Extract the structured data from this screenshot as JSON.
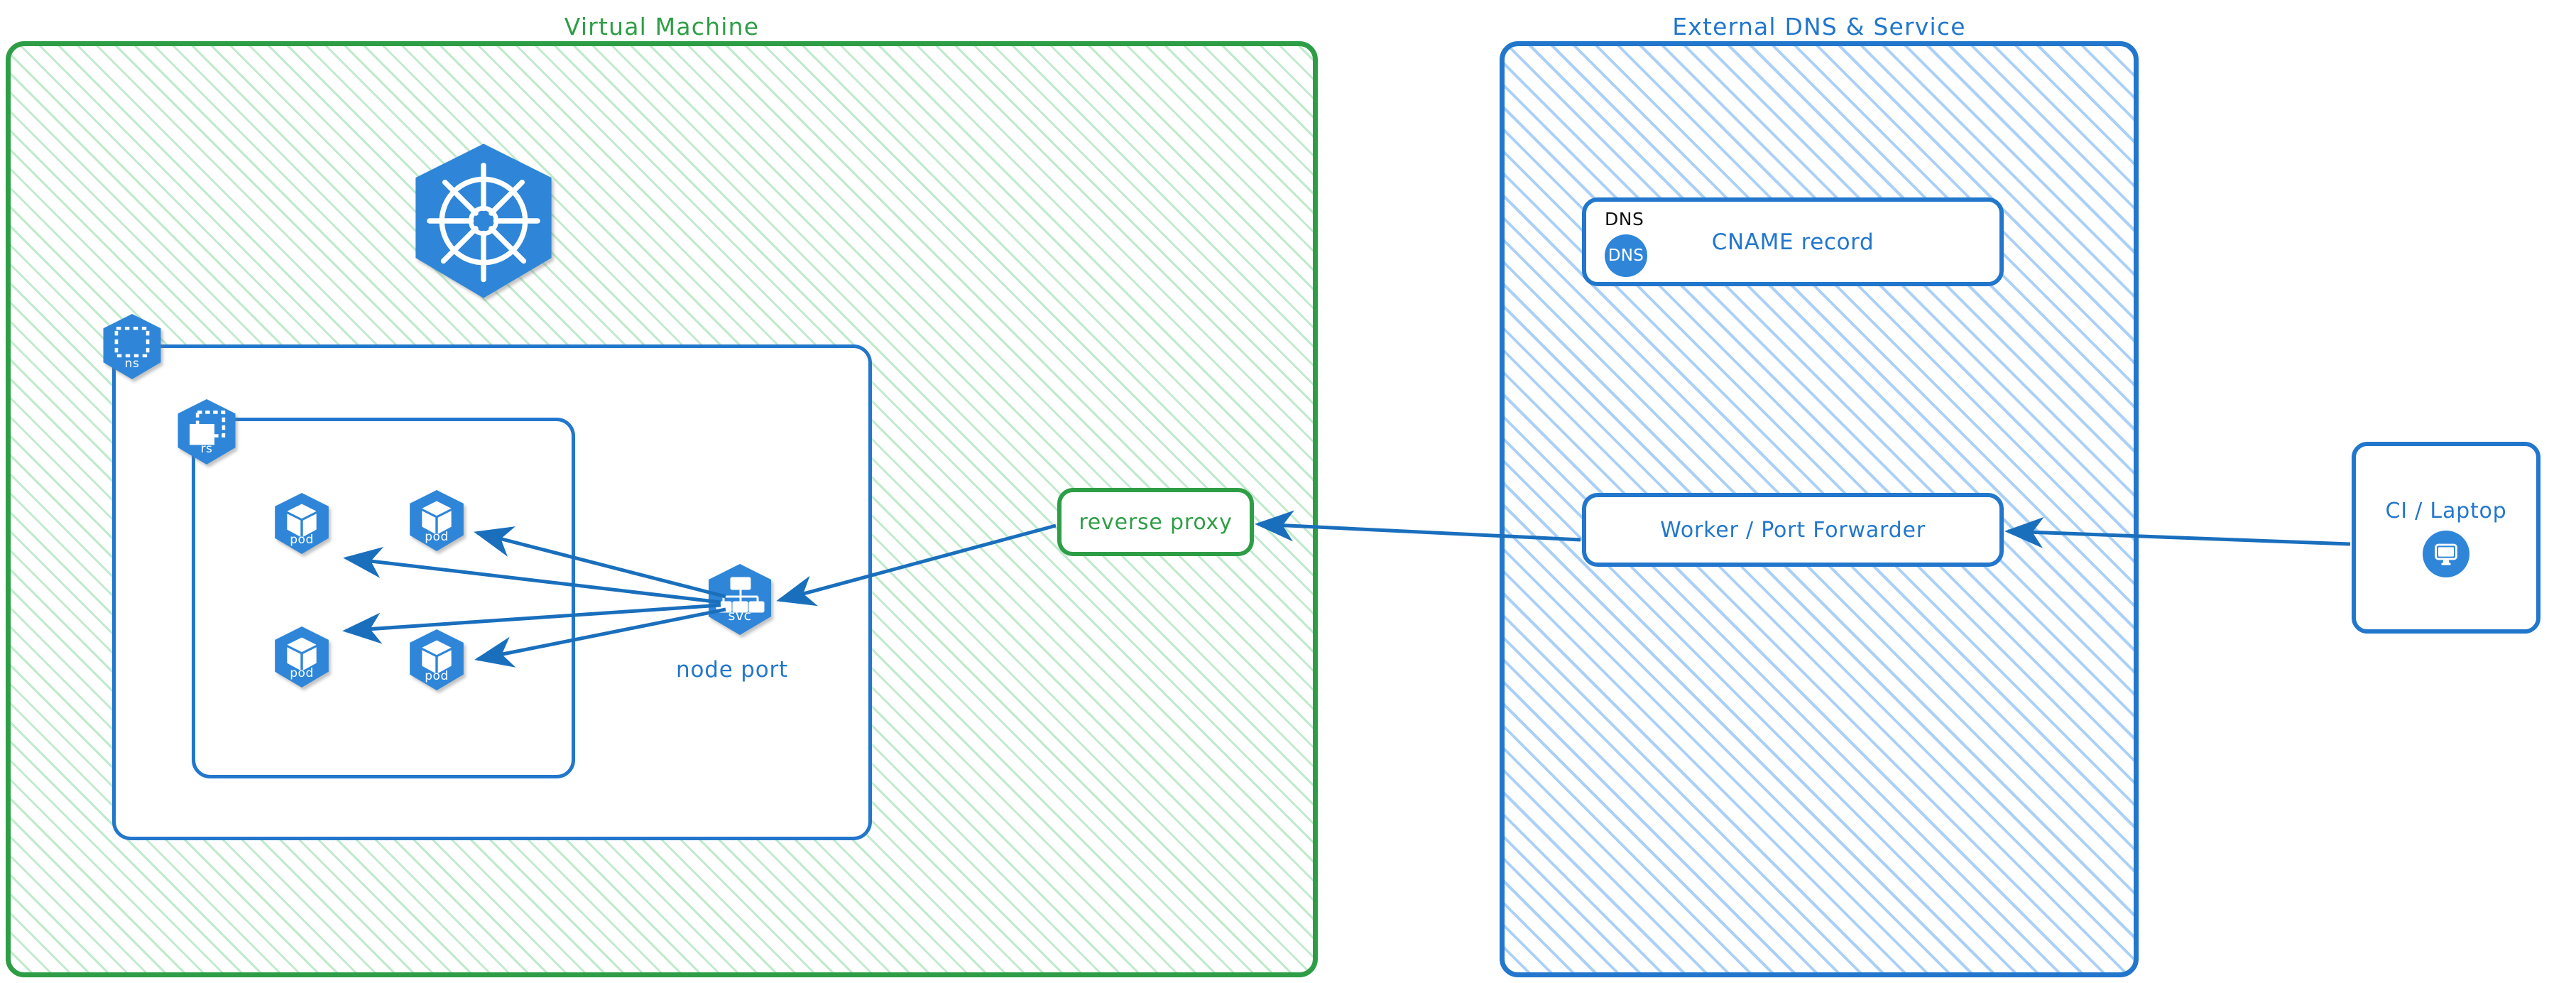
{
  "zones": [
    {
      "id": "virtual-machine",
      "title": "Virtual Machine",
      "accent": "#2e9e46",
      "style": "green-hatched"
    },
    {
      "id": "external-dns-service",
      "title": "External DNS & Service",
      "accent": "#2277cc",
      "style": "blue-hatched"
    }
  ],
  "kubernetes": {
    "logo_label": "kubernetes",
    "namespace": {
      "caption": "ns",
      "icon": "namespace-dashed-square-icon"
    },
    "replicaset": {
      "caption": "rs",
      "icon": "replicaset-stacked-squares-icon"
    },
    "pods": [
      {
        "caption": "pod",
        "icon": "pod-cube-icon"
      },
      {
        "caption": "pod",
        "icon": "pod-cube-icon"
      },
      {
        "caption": "pod",
        "icon": "pod-cube-icon"
      },
      {
        "caption": "pod",
        "icon": "pod-cube-icon"
      }
    ],
    "service": {
      "caption": "svc",
      "icon": "service-tree-icon"
    },
    "service_label": "node port"
  },
  "nodes": {
    "reverse_proxy": {
      "label": "reverse proxy",
      "accent": "#2e9e46"
    },
    "dns": {
      "kind": "DNS",
      "badge": "DNS",
      "record": "CNAME record",
      "accent": "#2277cc"
    },
    "worker": {
      "label": "Worker / Port Forwarder",
      "accent": "#2277cc"
    },
    "client": {
      "label": "CI / Laptop",
      "icon": "desktop-monitor-icon",
      "accent": "#2277cc"
    }
  },
  "arrows": [
    {
      "from": "service",
      "to": "pod-1",
      "direction": "one-way"
    },
    {
      "from": "service",
      "to": "pod-2",
      "direction": "one-way"
    },
    {
      "from": "service",
      "to": "pod-3",
      "direction": "one-way"
    },
    {
      "from": "service",
      "to": "pod-4",
      "direction": "one-way"
    },
    {
      "from": "reverse-proxy",
      "to": "service",
      "direction": "one-way"
    },
    {
      "from": "worker",
      "to": "reverse-proxy",
      "direction": "one-way"
    },
    {
      "from": "client",
      "to": "worker",
      "direction": "one-way"
    }
  ],
  "colors": {
    "green_stroke": "#2e9e46",
    "blue_stroke": "#2277cc",
    "k8s_blue": "#2f86d8",
    "arrow_blue": "#1a6fbd",
    "text_black": "#111111"
  }
}
